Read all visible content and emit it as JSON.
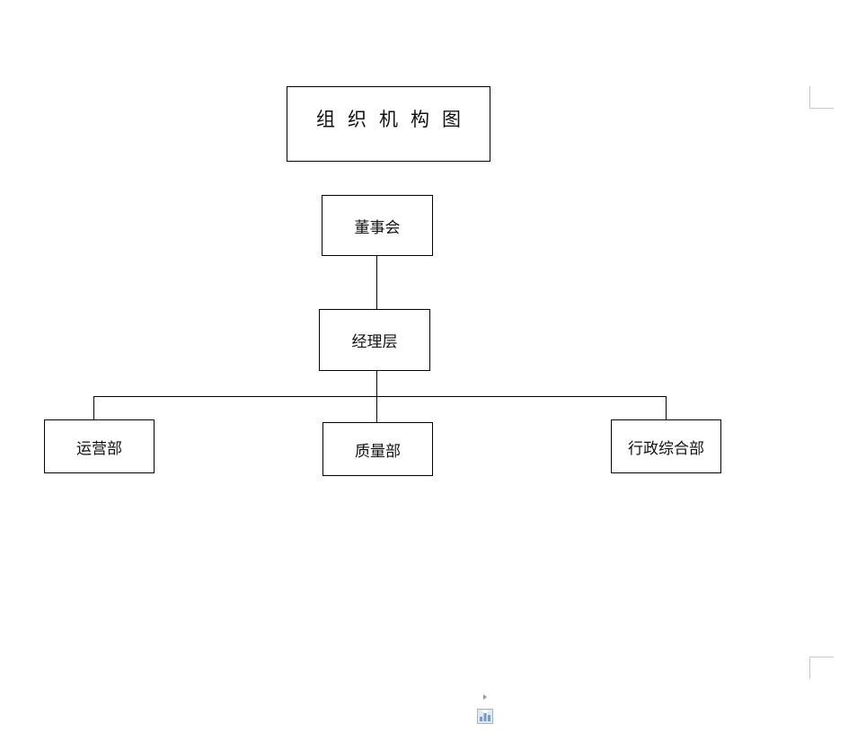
{
  "diagram": {
    "title": "组织机构图",
    "nodes": {
      "board": "董事会",
      "management": "经理层",
      "operations": "运营部",
      "quality": "质量部",
      "admin": "行政综合部"
    }
  },
  "colors": {
    "border": "#000000",
    "text": "#111111",
    "corner_mark": "#c9c9c9",
    "icon": "#7b9bc7"
  },
  "icons": {
    "layout_options": "layout-options-icon",
    "anchor": "anchor-arrow-icon"
  }
}
